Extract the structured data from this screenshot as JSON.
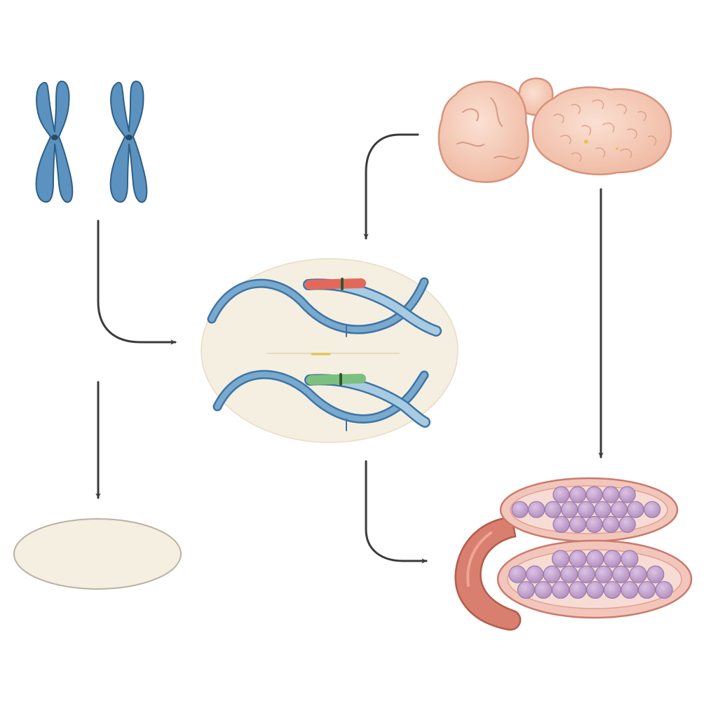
{
  "diagram": {
    "nodes": [
      {
        "id": "chromosome-pair",
        "label": "",
        "icon": "chromosome-pair-icon"
      },
      {
        "id": "brain-tissue",
        "label": "",
        "icon": "brain-tissue-icon"
      },
      {
        "id": "gene-strands",
        "label": "",
        "icon": "dna-strands-icon"
      },
      {
        "id": "empty-ellipse",
        "label": "",
        "icon": "blank-ellipse"
      },
      {
        "id": "gland-tissue",
        "label": "",
        "icon": "gland-tissue-icon"
      }
    ],
    "edges": [
      {
        "from": "chromosome-pair",
        "to": "gene-strands"
      },
      {
        "from": "chromosome-pair",
        "to": "empty-ellipse"
      },
      {
        "from": "brain-tissue",
        "to": "gene-strands"
      },
      {
        "from": "brain-tissue",
        "to": "gland-tissue"
      },
      {
        "from": "gene-strands",
        "to": "gland-tissue"
      }
    ]
  },
  "colors": {
    "chromosome": "#5b92bf",
    "chromosome_outline": "#2f5f86",
    "strand": "#78a9cf",
    "strand_dark": "#3f74a3",
    "marker_red": "#e3685b",
    "marker_green": "#7cc07f",
    "oval_bg": "#f5efe1",
    "brain": "#f6cdb8",
    "brain_outline": "#d6937c",
    "gland": "#f3c6bc",
    "gland_cells": "#c7a4cf",
    "duct": "#d97f6f",
    "arrow": "#3a3a3a"
  }
}
